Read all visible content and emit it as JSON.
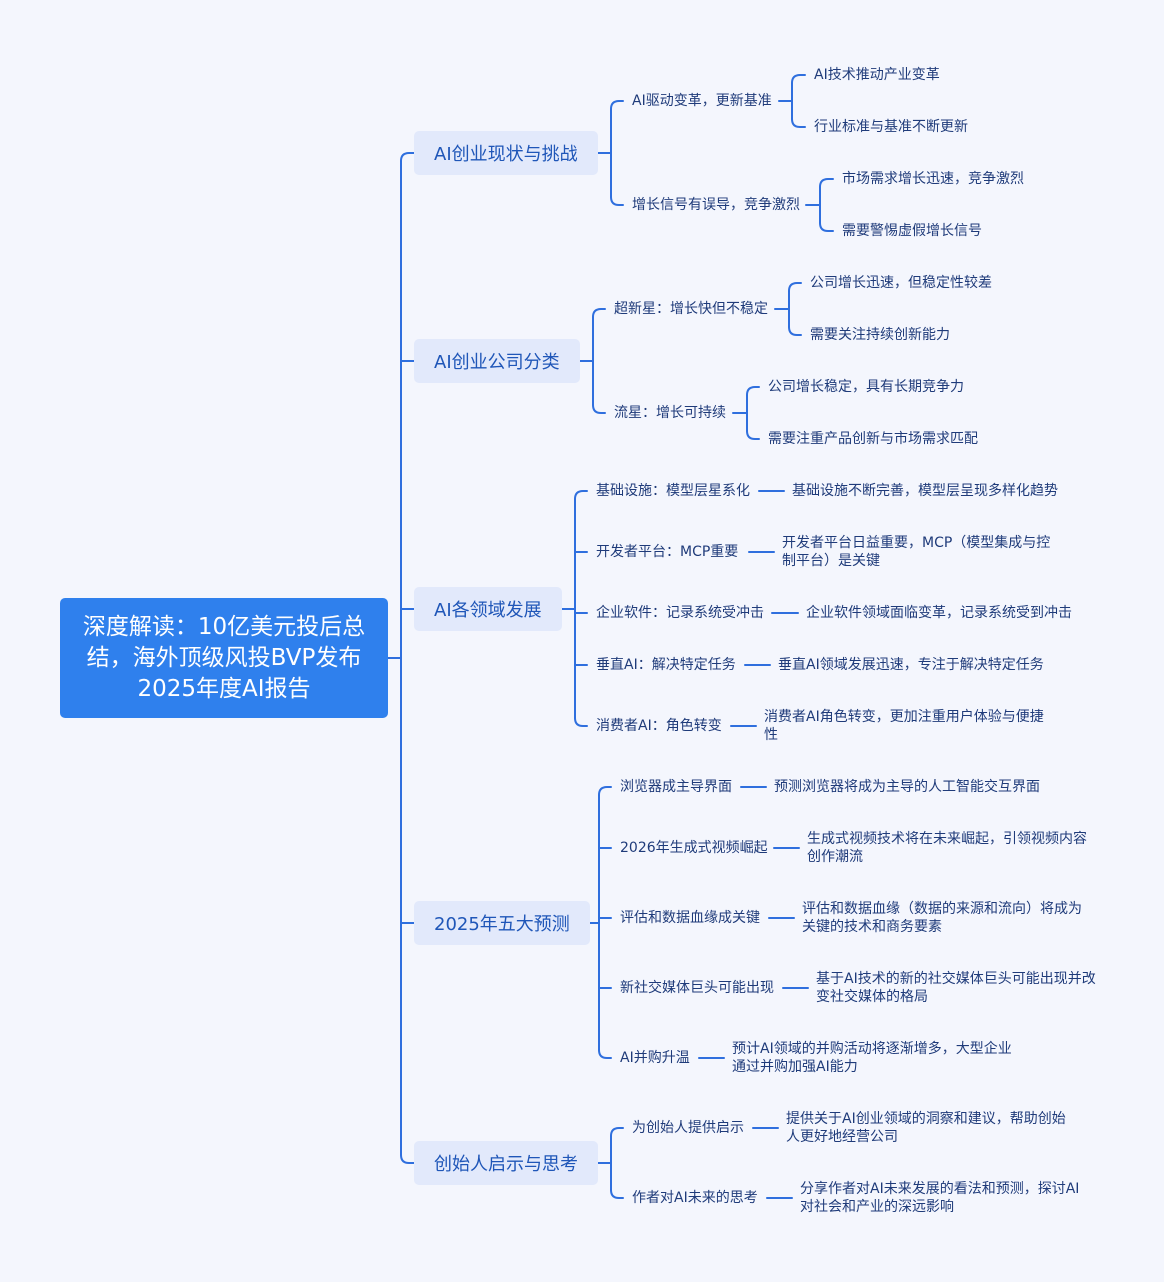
{
  "root": "深度解读：10亿美元投后总结，海外顶级风投BVP发布2025年度AI报告",
  "branches": [
    {
      "label": "AI创业现状与挑战",
      "children": [
        {
          "label": "AI驱动变革，更新基准",
          "leaves": [
            "AI技术推动产业变革",
            "行业标准与基准不断更新"
          ]
        },
        {
          "label": "增长信号有误导，竞争激烈",
          "leaves": [
            "市场需求增长迅速，竞争激烈",
            "需要警惕虚假增长信号"
          ]
        }
      ]
    },
    {
      "label": "AI创业公司分类",
      "children": [
        {
          "label": "超新星：增长快但不稳定",
          "leaves": [
            "公司增长迅速，但稳定性较差",
            "需要关注持续创新能力"
          ]
        },
        {
          "label": "流星：增长可持续",
          "leaves": [
            "公司增长稳定，具有长期竞争力",
            "需要注重产品创新与市场需求匹配"
          ]
        }
      ]
    },
    {
      "label": "AI各领域发展",
      "children": [
        {
          "label": "基础设施：模型层星系化",
          "leaves": [
            "基础设施不断完善，模型层呈现多样化趋势"
          ]
        },
        {
          "label": "开发者平台：MCP重要",
          "leaves": [
            "开发者平台日益重要，MCP（模型集成与控制平台）是关键"
          ]
        },
        {
          "label": "企业软件：记录系统受冲击",
          "leaves": [
            "企业软件领域面临变革，记录系统受到冲击"
          ]
        },
        {
          "label": "垂直AI：解决特定任务",
          "leaves": [
            "垂直AI领域发展迅速，专注于解决特定任务"
          ]
        },
        {
          "label": "消费者AI：角色转变",
          "leaves": [
            "消费者AI角色转变，更加注重用户体验与便捷性"
          ]
        }
      ]
    },
    {
      "label": "2025年五大预测",
      "children": [
        {
          "label": "浏览器成主导界面",
          "leaves": [
            "预测浏览器将成为主导的人工智能交互界面"
          ]
        },
        {
          "label": "2026年生成式视频崛起",
          "leaves": [
            "生成式视频技术将在未来崛起，引领视频内容创作潮流"
          ]
        },
        {
          "label": "评估和数据血缘成关键",
          "leaves": [
            "评估和数据血缘（数据的来源和流向）将成为关键的技术和商务要素"
          ]
        },
        {
          "label": "新社交媒体巨头可能出现",
          "leaves": [
            "基于AI技术的新的社交媒体巨头可能出现并改变社交媒体的格局"
          ]
        },
        {
          "label": "AI并购升温",
          "leaves": [
            "预计AI领域的并购活动将逐渐增多，大型企业通过并购加强AI能力"
          ]
        }
      ]
    },
    {
      "label": "创始人启示与思考",
      "children": [
        {
          "label": "为创始人提供启示",
          "leaves": [
            "提供关于AI创业领域的洞察和建议，帮助创始人更好地经营公司"
          ]
        },
        {
          "label": "作者对AI未来的思考",
          "leaves": [
            "分享作者对AI未来发展的看法和预测，探讨AI对社会和产业的深远影响"
          ]
        }
      ]
    }
  ],
  "colors": {
    "line": "#2f6fde",
    "root_bg": "#2f80ed",
    "branch_bg": "#e2e9fb",
    "background": "#f4f6fd"
  }
}
